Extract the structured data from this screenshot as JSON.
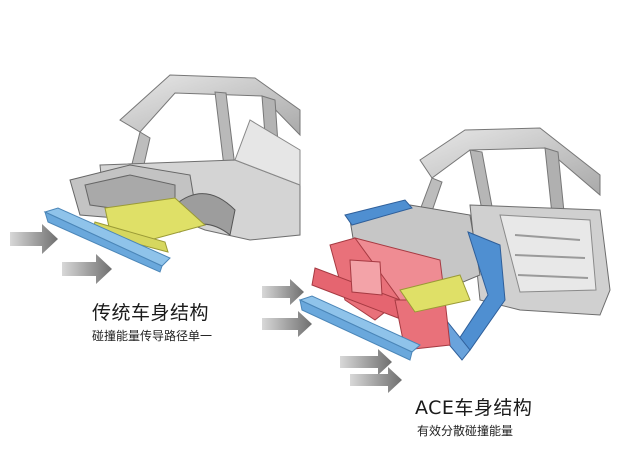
{
  "traditional": {
    "title": "传统车身结构",
    "subtitle": "碰撞能量传导路径单一"
  },
  "ace": {
    "title": "ACE车身结构",
    "subtitle": "有效分散碰撞能量"
  },
  "colors": {
    "frame_gray": "#c9c9c9",
    "frame_dark": "#7d7d7d",
    "bumper_blue": "#8fc3ea",
    "ace_red": "#e9717a",
    "ace_blue": "#4f8fd1",
    "yellow_member": "#dfe067",
    "arrow_gray": "#8a8a8a"
  }
}
